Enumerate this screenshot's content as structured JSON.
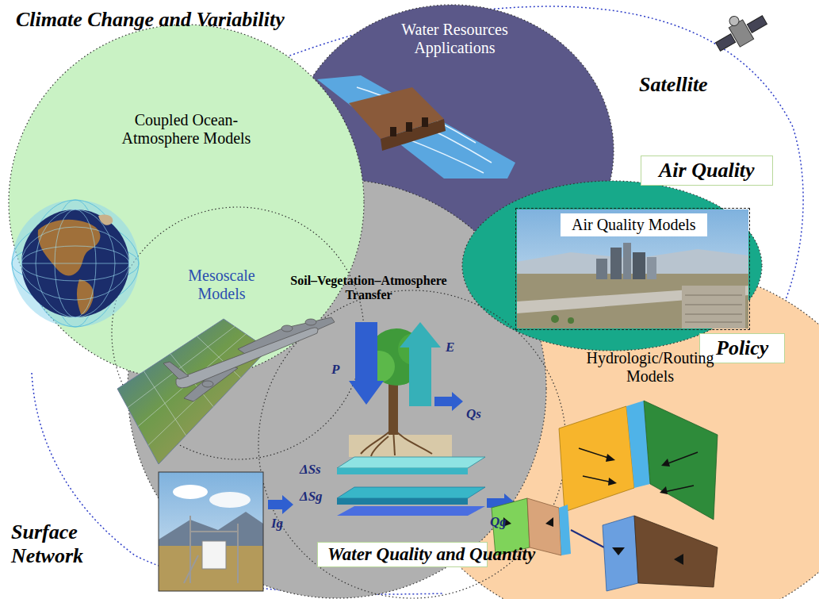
{
  "diagram": {
    "nodes": [
      {
        "text": [
          "Coupled Ocean-Atmosphere Models"
        ]
      },
      {
        "text": [
          "Water Resources Applications"
        ]
      },
      {
        "text": [
          "Air Quality"
        ]
      },
      {
        "text": [
          "Air Quality Models"
        ],
        "in": 2
      },
      {
        "text": [
          "Mesoscale Models"
        ]
      },
      {
        "text": [
          "Soil–Vegetation–Atmosphere Transfer"
        ]
      },
      {
        "text": [
          "Policy"
        ]
      },
      {
        "text": [
          "Hydrologic/Routing Models"
        ]
      },
      {
        "text": [
          "Water Quality and Quantity"
        ]
      }
    ],
    "labels": [
      "Climate Change and Variability",
      "Satellite",
      "Surface Network",
      "P",
      "E",
      "Qs",
      "ΔSs",
      "ΔSg",
      "Ig",
      "Qg"
    ]
  }
}
